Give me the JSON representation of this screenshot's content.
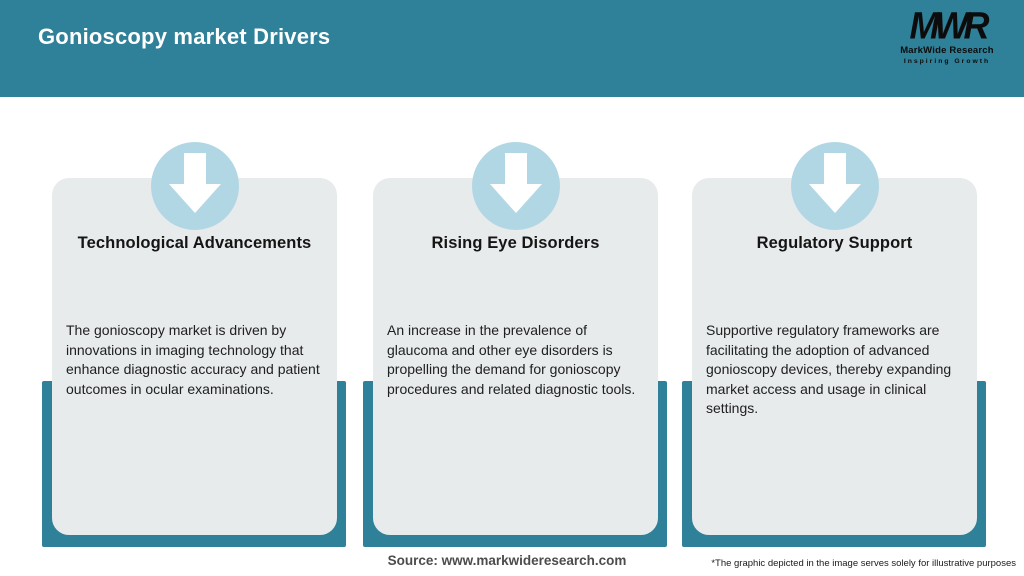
{
  "header": {
    "title": "Gonioscopy market Drivers"
  },
  "logo": {
    "acronym": "MWR",
    "name": "MarkWide Research",
    "tagline": "Inspiring Growth"
  },
  "cards": [
    {
      "icon": "down-arrow-icon",
      "title": "Technological Advancements",
      "description": "The gonioscopy market is driven by innovations in imaging technology that enhance diagnostic accuracy and patient outcomes in ocular examinations."
    },
    {
      "icon": "down-arrow-icon",
      "title": "Rising Eye Disorders",
      "description": "An increase in the prevalence of glaucoma and other eye disorders is propelling the demand for gonioscopy procedures and related diagnostic tools."
    },
    {
      "icon": "down-arrow-icon",
      "title": "Regulatory Support",
      "description": "Supportive regulatory frameworks are facilitating the adoption of advanced gonioscopy devices, thereby expanding market access and usage in clinical settings."
    }
  ],
  "footer": {
    "source": "Source: www.markwideresearch.com",
    "disclaimer": "*The graphic depicted in the image serves solely for illustrative purposes"
  },
  "colors": {
    "header_teal": "#2f8099",
    "frame_teal": "#2f8099",
    "circle_blue": "#b2d7e4",
    "card_gray": "#e8ebec",
    "title_text": "#151515",
    "body_text": "#202020",
    "source_text": "#4c4c4c",
    "logo_black": "#0c0c0c"
  }
}
